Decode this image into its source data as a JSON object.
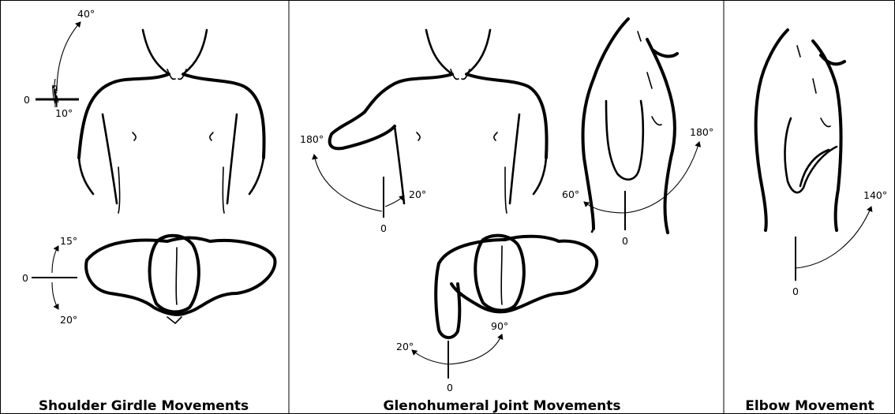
{
  "panels": {
    "shoulder": {
      "title": "Shoulder Girdle Movements",
      "front_labels": {
        "up": "40°",
        "zero": "0",
        "down": "10°"
      },
      "top_labels": {
        "up": "15°",
        "zero": "0",
        "down": "20°"
      }
    },
    "glenohumeral": {
      "title": "Glenohumeral Joint Movements",
      "front_labels": {
        "max": "180°",
        "min": "20°",
        "zero": "0"
      },
      "side_labels": {
        "max": "180°",
        "min": "60°",
        "zero": "0"
      },
      "top_labels": {
        "left": "20°",
        "right": "90°",
        "zero": "0"
      }
    },
    "elbow": {
      "title": "Elbow Movement",
      "labels": {
        "max": "140°",
        "zero": "0"
      }
    }
  },
  "colors": {
    "ink": "#000000",
    "background": "#ffffff",
    "divider": "#000000"
  }
}
